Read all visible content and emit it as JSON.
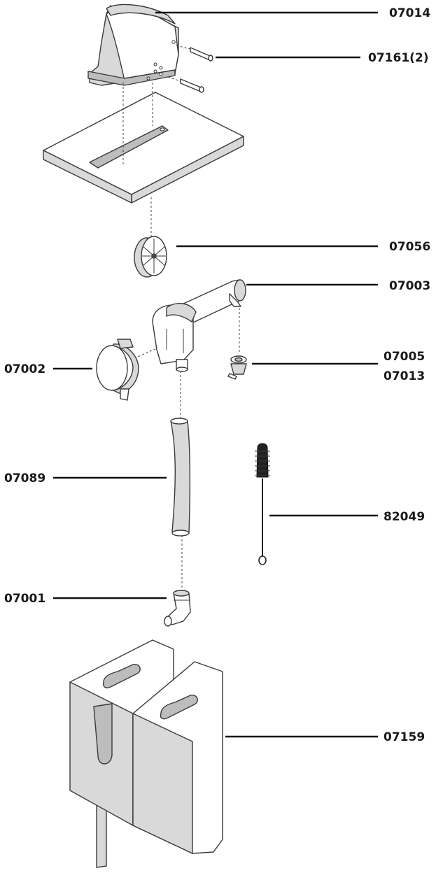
{
  "labels": {
    "p07014": "07014",
    "p07161": "07161(2)",
    "p07056": "07056",
    "p07003": "07003",
    "p07005": "07005",
    "p07013": "07013",
    "p07002": "07002",
    "p07089": "07089",
    "p82049": "82049",
    "p07001": "07001",
    "p07159": "07159"
  }
}
